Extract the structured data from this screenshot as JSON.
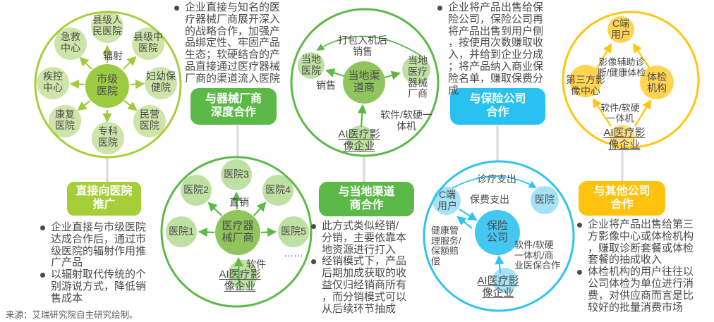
{
  "source": "来源：艾瑞研究院自主研究绘制。",
  "colors": {
    "yellow_green": "#A6CE39",
    "green": "#5CB947",
    "blue": "#29C2F0",
    "yellow": "#FFC60E",
    "text": "#4A4A4A",
    "connector_gray": "#D8D8D8"
  },
  "sections": {
    "direct": {
      "label": "直接向医院推广",
      "bullets": [
        "企业直接与市级医院达成合作后，通过市级医院的辐射作用推广产品",
        "以辐射取代传统的个别游说方式，降低销售成本"
      ],
      "center": "市级医院",
      "arrow_label": "辐射",
      "nodes": [
        "县级人民医院",
        "县级中医院",
        "妇幼保健院",
        "民营医院",
        "专科医院",
        "康复医院",
        "疾控中心",
        "急救中心"
      ]
    },
    "device": {
      "label": "与器械厂商深度合作",
      "bullets": [
        "企业直接与知名的医疗器械厂商展开深入的战略合作，加强产品绑定性、牢固产品生态；软硬结合的产品直接通过医疗器械厂商的渠道流入医院"
      ],
      "center": "医疗器械厂商",
      "nodes": [
        "医院1",
        "医院2",
        "医院3",
        "医院4",
        "医院5"
      ],
      "more": "……",
      "direct_sales": "直销",
      "software": "软件",
      "ai": "AI医疗影像企业"
    },
    "channel": {
      "label": "与当地渠道商合作",
      "bullets": [
        "此方式类似经销/分销，主要依靠本地资源进行打入",
        "经销模式下，产品后期加成获取的收益仅归经销商所有，而分销模式可以从后续环节抽成"
      ],
      "center": "当地渠道商",
      "left_node": "当地医院",
      "right_node": "当地医疗器械厂商",
      "top_arrow": "打包入机后销售",
      "sell": "销售",
      "software": "软件/软硬一体机",
      "ai": "AI医疗影像企业"
    },
    "insurance": {
      "label": "与保险公司合作",
      "bullets": [
        "企业将产品出售给保险公司，保险公司再将产品出售到用户侧，按使用次数赚取收入，并给到企业分成；将产品纳入商业保险名单，赚取保费分成"
      ],
      "center": "保险公司",
      "user": "C端用户",
      "hospital": "医院",
      "top_arrow": "诊疗支出",
      "premium": "保费支出",
      "service": "健康管理服务/保额赔偿",
      "software": "软件/软硬一体机/商业医保合作",
      "ai": "AI医疗影像企业"
    },
    "other": {
      "label": "与其他公司合作",
      "bullets": [
        "企业将产品出售给第三方影像中心或体检机构，赚取诊断套餐或体检套餐的抽成收入",
        "体检机构的用户往往以公司体检为单位进行消费，对供应商而言是比较好的批量消费市场"
      ],
      "user": "C端用户",
      "imaging": "第三方影像中心",
      "checkup": "体检机构",
      "diag": "影像辅助诊断/健康体检",
      "software": "软件/软硬一体机",
      "ai": "AI医疗影像企业"
    }
  }
}
